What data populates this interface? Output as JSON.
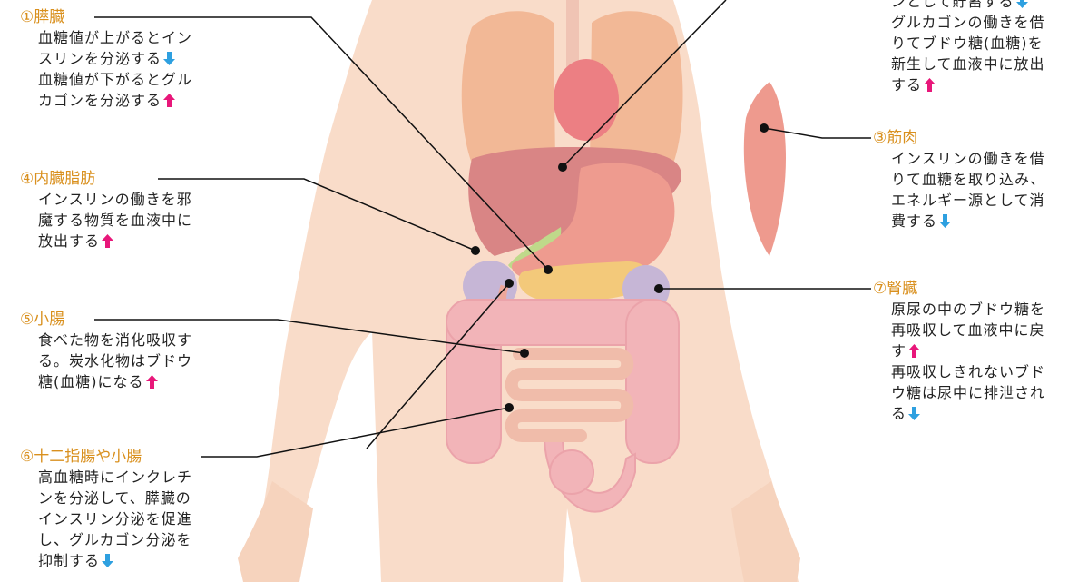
{
  "colors": {
    "title": "#d9901e",
    "text": "#222222",
    "up_arrow": "#e8177a",
    "down_arrow": "#2ea0e0",
    "skin": "#f9dcc9"
  },
  "labels": {
    "pancreas": {
      "title": "①膵臓",
      "lines": [
        {
          "text": "血糖値が上がるとイン"
        },
        {
          "text": "スリンを分泌する",
          "arrow": "down"
        },
        {
          "text": "血糖値が下がるとグル"
        },
        {
          "text": "カゴンを分泌する",
          "arrow": "up"
        }
      ]
    },
    "visceral_fat": {
      "title": "④内臓脂肪",
      "lines": [
        {
          "text": "インスリンの働きを邪"
        },
        {
          "text": "魔する物質を血液中に"
        },
        {
          "text": "放出する",
          "arrow": "up"
        }
      ]
    },
    "small_intestine": {
      "title": "⑤小腸",
      "lines": [
        {
          "text": "食べた物を消化吸収す"
        },
        {
          "text": "る。炭水化物はブドウ"
        },
        {
          "text": "糖(血糖)になる",
          "arrow": "up"
        }
      ]
    },
    "duodenum": {
      "title": "⑥十二指腸や小腸",
      "lines": [
        {
          "text": "高血糖時にインクレチ"
        },
        {
          "text": "ンを分泌して、膵臓の"
        },
        {
          "text": "インスリン分泌を促進"
        },
        {
          "text": "し、グルカゴン分泌を"
        },
        {
          "text": "抑制する",
          "arrow": "down"
        }
      ]
    },
    "liver": {
      "title": "",
      "lines": [
        {
          "text": "ンとして貯蓄する",
          "arrow": "down"
        },
        {
          "text": "グルカゴンの働きを借"
        },
        {
          "text": "りてブドウ糖(血糖)を"
        },
        {
          "text": "新生して血液中に放出"
        },
        {
          "text": "する",
          "arrow": "up"
        }
      ]
    },
    "muscle": {
      "title": "③筋肉",
      "lines": [
        {
          "text": "インスリンの働きを借"
        },
        {
          "text": "りて血糖を取り込み、"
        },
        {
          "text": "エネルギー源として消"
        },
        {
          "text": "費する",
          "arrow": "down"
        }
      ]
    },
    "kidney": {
      "title": "⑦腎臓",
      "lines": [
        {
          "text": "原尿の中のブドウ糖を"
        },
        {
          "text": "再吸収して血液中に戻"
        },
        {
          "text": "す",
          "arrow": "up"
        },
        {
          "text": "再吸収しきれないブド"
        },
        {
          "text": "ウ糖は尿中に排泄され"
        },
        {
          "text": "る",
          "arrow": "down"
        }
      ]
    }
  }
}
